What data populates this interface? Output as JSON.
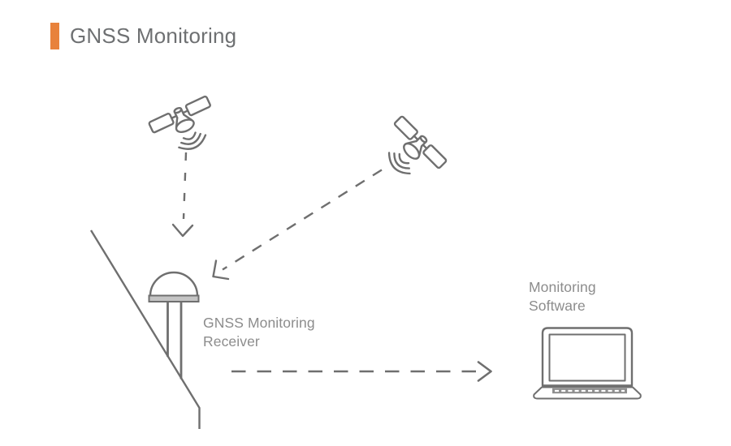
{
  "header": {
    "title": "GNSS Monitoring"
  },
  "colors": {
    "accent": "#E8823C",
    "diagram_stroke": "#6F6F6F",
    "label_text": "#8C8C8C",
    "title_text": "#6E7072"
  },
  "diagram": {
    "receiver_label": {
      "line1": "GNSS Monitoring",
      "line2": "Receiver"
    },
    "software_label": {
      "line1": "Monitoring",
      "line2": "Software"
    },
    "icons": [
      "satellite-icon-left",
      "satellite-icon-right",
      "signal-arrow-left-icon",
      "signal-arrow-right-icon",
      "gnss-receiver-antenna-icon",
      "slope-terrain-line",
      "data-flow-arrow-icon",
      "laptop-icon"
    ]
  }
}
